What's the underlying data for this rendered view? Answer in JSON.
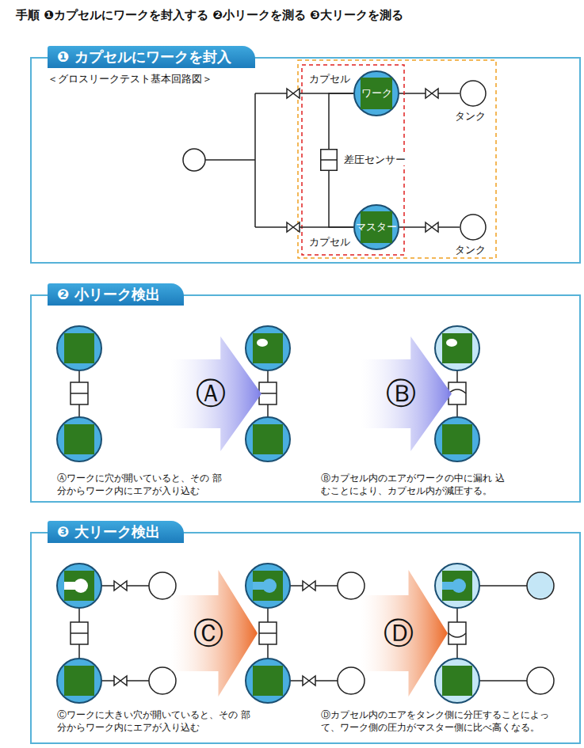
{
  "diagram": {
    "title": "手順 ❶カプセルにワークを封入する ❷小リークを測る ❸大リークを測る",
    "nodes": [
      {
        "text": [
          "❶ カプセルにワークを封入"
        ]
      },
      {
        "text": [
          "ワーク"
        ],
        "in": 0
      },
      {
        "text": [
          "マスター"
        ],
        "in": 0
      },
      {
        "text": [
          "タンク"
        ],
        "in": 0
      },
      {
        "text": [
          "タンク"
        ],
        "in": 0
      },
      {
        "text": [
          "差圧センサー"
        ],
        "in": 0
      },
      {
        "text": [
          "❷ 小リーク検出"
        ]
      },
      {
        "text": [
          "Ⓐ"
        ],
        "in": 6
      },
      {
        "text": [
          "Ⓑ"
        ],
        "in": 6
      },
      {
        "text": [
          "❸ 大リーク検出"
        ]
      },
      {
        "text": [
          "Ⓒ"
        ],
        "in": 9
      },
      {
        "text": [
          "Ⓓ"
        ],
        "in": 9
      }
    ],
    "edges": [
      {
        "from": 1,
        "to": 3,
        "arrow": "none"
      },
      {
        "from": 2,
        "to": 4,
        "arrow": "none"
      },
      {
        "from": 1,
        "to": 5,
        "arrow": "none"
      },
      {
        "from": 5,
        "to": 2,
        "arrow": "none"
      }
    ],
    "labels": [
      "＜グロスリークテスト基本回路図＞",
      "カプセル",
      "カプセル",
      "Ⓐワークに穴が開いていると、その 部分からワーク内にエアが入り込む",
      "Ⓑカプセル内のエアがワークの中に漏れ 込むことにより、カプセル内が減圧する。",
      "Ⓒワークに大きい穴が開いていると、その 部分からワーク内にエアが入り込む",
      "Ⓓカプセル内のエアをタンク側に分圧することによっ て、ワーク側の圧力がマスター側に比べ高くなる。"
    ]
  }
}
